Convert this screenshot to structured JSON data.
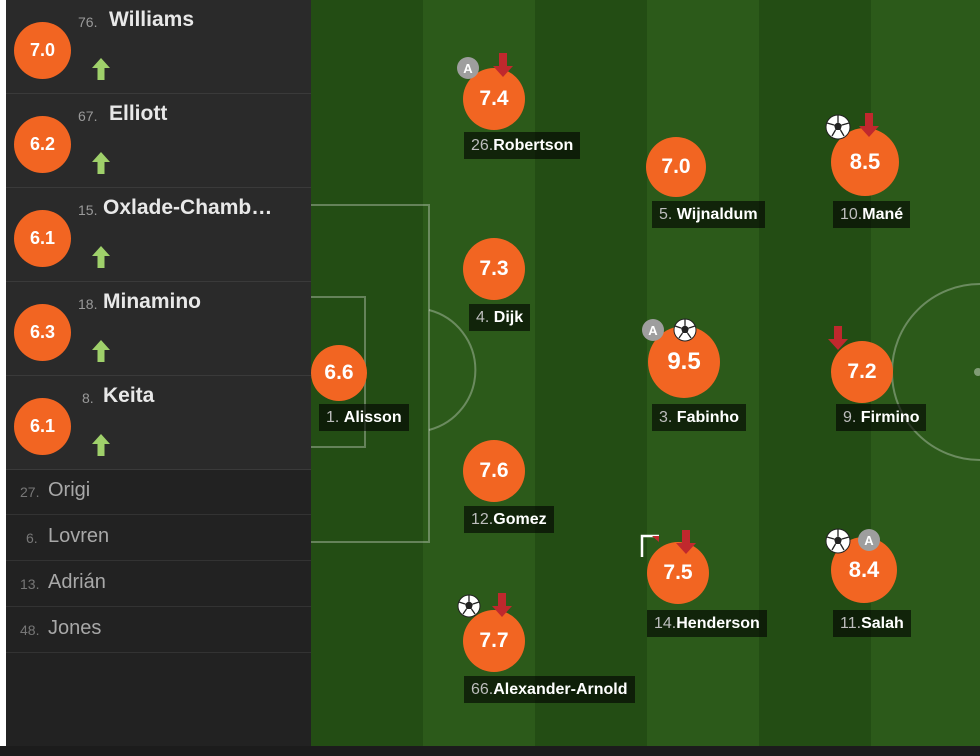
{
  "colors": {
    "rating_orange": "#f26522",
    "sub_arrow_green": "#9fd06a",
    "sub_arrow_red": "#c0282d",
    "pitch_dark": "#234d14",
    "pitch_light": "#2c5a1a"
  },
  "substitutes_in": [
    {
      "rating": "7.0",
      "number": "76.",
      "name": "Williams",
      "arrow": "up-arrow-icon"
    },
    {
      "rating": "6.2",
      "number": "67.",
      "name": "Elliott",
      "arrow": "up-arrow-icon"
    },
    {
      "rating": "6.1",
      "number": "15.",
      "name": "Oxlade-Chamb…",
      "arrow": "up-arrow-icon"
    },
    {
      "rating": "6.3",
      "number": "18.",
      "name": "Minamino",
      "arrow": "up-arrow-icon"
    },
    {
      "rating": "6.1",
      "number": "8.",
      "name": "Keita",
      "arrow": "up-arrow-icon"
    }
  ],
  "bench": [
    {
      "number": "27.",
      "name": "Origi"
    },
    {
      "number": "6.",
      "name": "Lovren"
    },
    {
      "number": "13.",
      "name": "Adrián"
    },
    {
      "number": "48.",
      "name": "Jones"
    }
  ],
  "players": [
    {
      "key": "alisson",
      "rating": "6.6",
      "number": "1.",
      "name": "Alisson",
      "icons": []
    },
    {
      "key": "robertson",
      "rating": "7.4",
      "number": "26.",
      "name": "Robertson",
      "icons": [
        "assist-icon",
        "sub-off-arrow-icon"
      ]
    },
    {
      "key": "dijk",
      "rating": "7.3",
      "number": "4.",
      "name": "Dijk",
      "icons": []
    },
    {
      "key": "gomez",
      "rating": "7.6",
      "number": "12.",
      "name": "Gomez",
      "icons": []
    },
    {
      "key": "alexander-arnold",
      "rating": "7.7",
      "number": "66.",
      "name": "Alexander-Arnold",
      "icons": [
        "football-icon",
        "sub-off-arrow-icon"
      ]
    },
    {
      "key": "wijnaldum",
      "rating": "7.0",
      "number": "5.",
      "name": "Wijnaldum",
      "icons": []
    },
    {
      "key": "fabinho",
      "rating": "9.5",
      "number": "3.",
      "name": "Fabinho",
      "icons": [
        "assist-icon",
        "football-icon"
      ]
    },
    {
      "key": "henderson",
      "rating": "7.5",
      "number": "14.",
      "name": "Henderson",
      "icons": [
        "corner-flag-icon",
        "sub-off-arrow-icon"
      ]
    },
    {
      "key": "mane",
      "rating": "8.5",
      "number": "10.",
      "name": "Mané",
      "icons": [
        "football-icon",
        "sub-off-arrow-icon"
      ]
    },
    {
      "key": "firmino",
      "rating": "7.2",
      "number": "9.",
      "name": "Firmino",
      "icons": [
        "sub-off-arrow-icon"
      ]
    },
    {
      "key": "salah",
      "rating": "8.4",
      "number": "11.",
      "name": "Salah",
      "icons": [
        "football-icon",
        "assist-icon"
      ]
    }
  ]
}
